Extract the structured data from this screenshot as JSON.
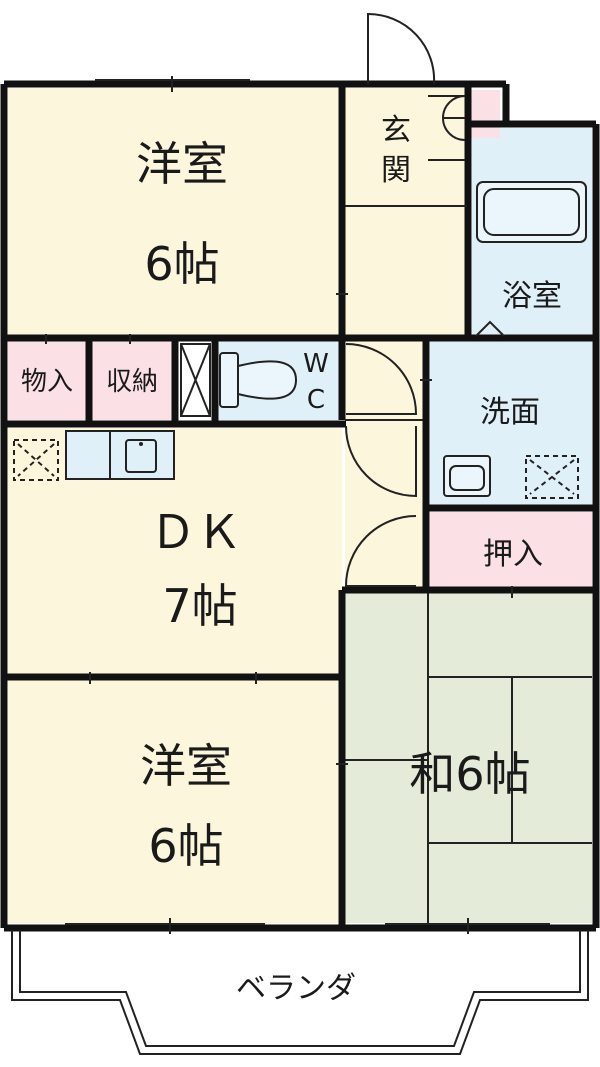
{
  "rooms": {
    "western_top": {
      "name": "洋室",
      "size": "6帖"
    },
    "entrance": {
      "line1": "玄",
      "line2": "関"
    },
    "bath": {
      "name": "浴室"
    },
    "storage1": {
      "name": "物入"
    },
    "storage2": {
      "name": "収納"
    },
    "wc": {
      "line1": "W",
      "line2": "C"
    },
    "washroom": {
      "name": "洗面"
    },
    "dk": {
      "name": "ＤＫ",
      "size": "7帖"
    },
    "closet": {
      "name": "押入"
    },
    "western_bottom": {
      "name": "洋室",
      "size": "6帖"
    },
    "japanese": {
      "label": "和6帖"
    },
    "veranda": {
      "name": "ベランダ"
    }
  },
  "colors": {
    "western": "#fbf6dc",
    "storage": "#fbe0e6",
    "wet": "#dff0f8",
    "tatami": "#e4ecd9",
    "walls": "#111111"
  },
  "icons": [
    "door-swing-icon",
    "bathtub-icon",
    "toilet-icon",
    "washbasin-icon",
    "washer-pan-icon",
    "refrigerator-space-icon",
    "kitchen-sink-icon"
  ]
}
